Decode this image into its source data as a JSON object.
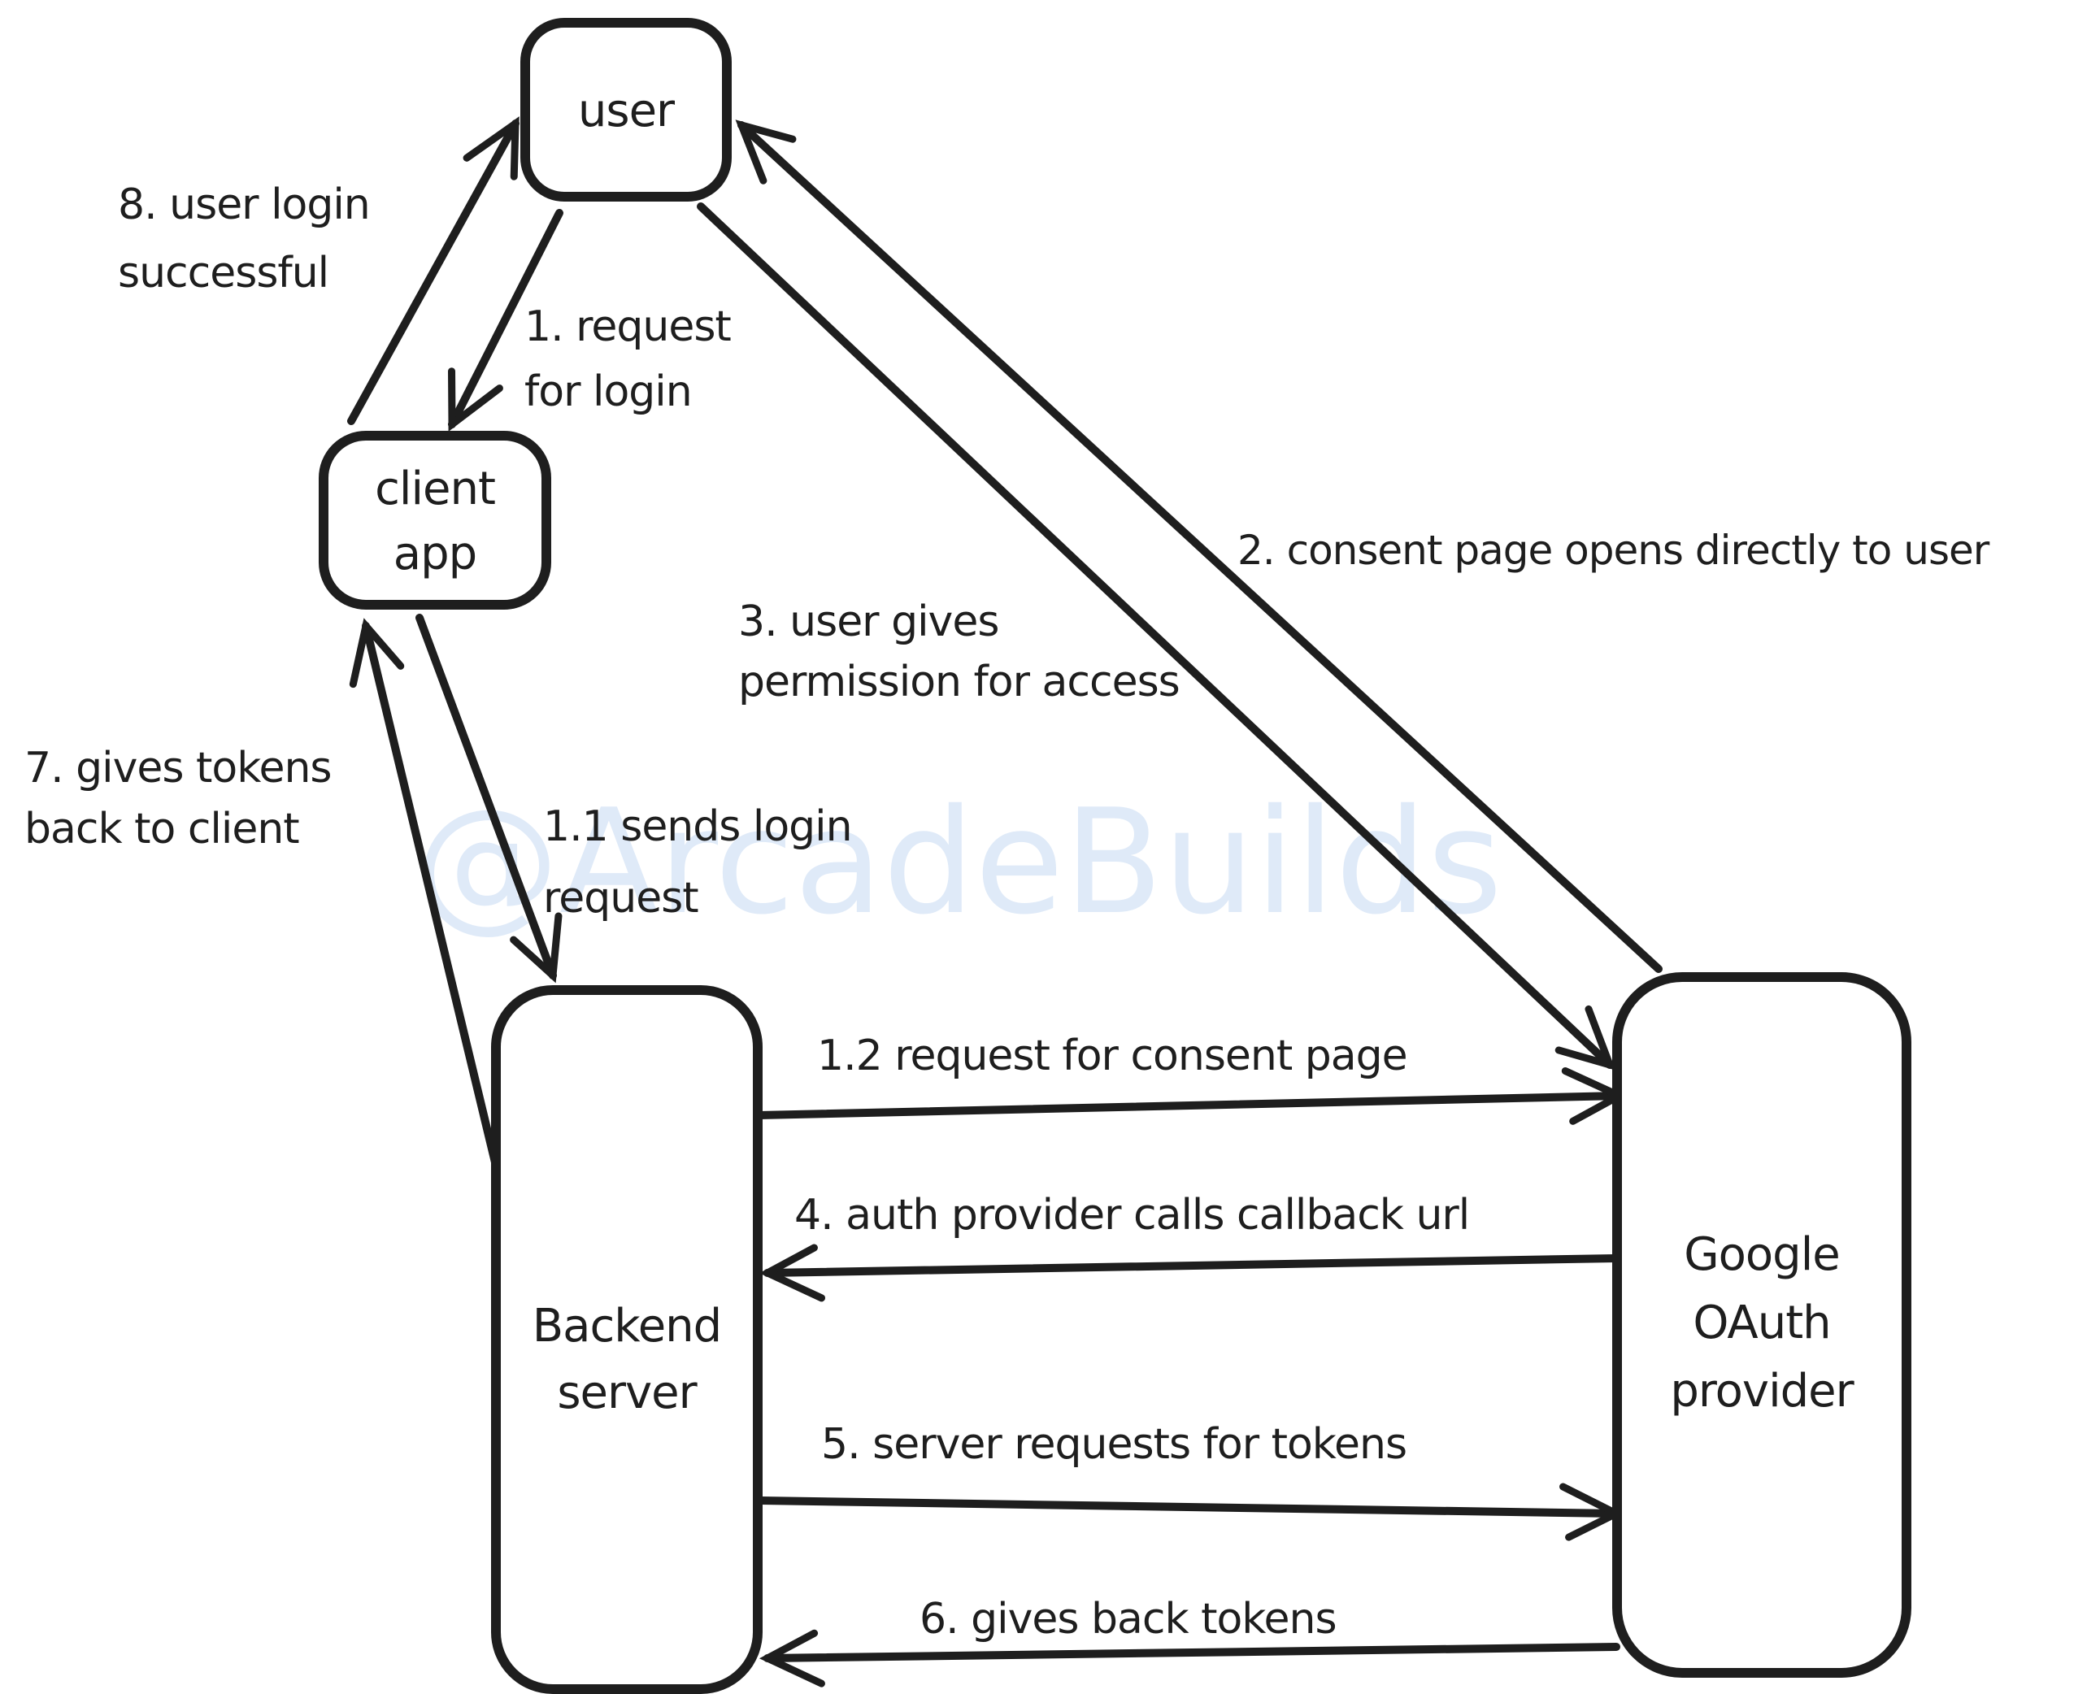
{
  "page": {
    "background_color": "#ffffff",
    "stroke_color": "#1e1e1e",
    "watermark_color": "#dfeaf8"
  },
  "watermark": {
    "text": "@ArcadeBuilds"
  },
  "nodes": {
    "user": {
      "label": "user"
    },
    "client_app": {
      "line1": "client",
      "line2": "app"
    },
    "backend_server": {
      "line1": "Backend",
      "line2": "server"
    },
    "google_oauth": {
      "line1": "Google",
      "line2": "OAuth",
      "line3": "provider"
    }
  },
  "edges": {
    "step1": {
      "line1": "1. request",
      "line2": "for login"
    },
    "step1_1": {
      "line1": "1.1 sends login",
      "line2": "request"
    },
    "step1_2": {
      "line1": "1.2 request for consent page"
    },
    "step2": {
      "line1": "2. consent page opens directly to user"
    },
    "step3": {
      "line1": "3. user gives",
      "line2": "permission for access"
    },
    "step4": {
      "line1": "4. auth provider calls callback url"
    },
    "step5": {
      "line1": "5. server requests for tokens"
    },
    "step6": {
      "line1": "6. gives back tokens"
    },
    "step7": {
      "line1": "7. gives tokens",
      "line2": "back to client"
    },
    "step8": {
      "line1": "8. user login",
      "line2": "successful"
    }
  }
}
